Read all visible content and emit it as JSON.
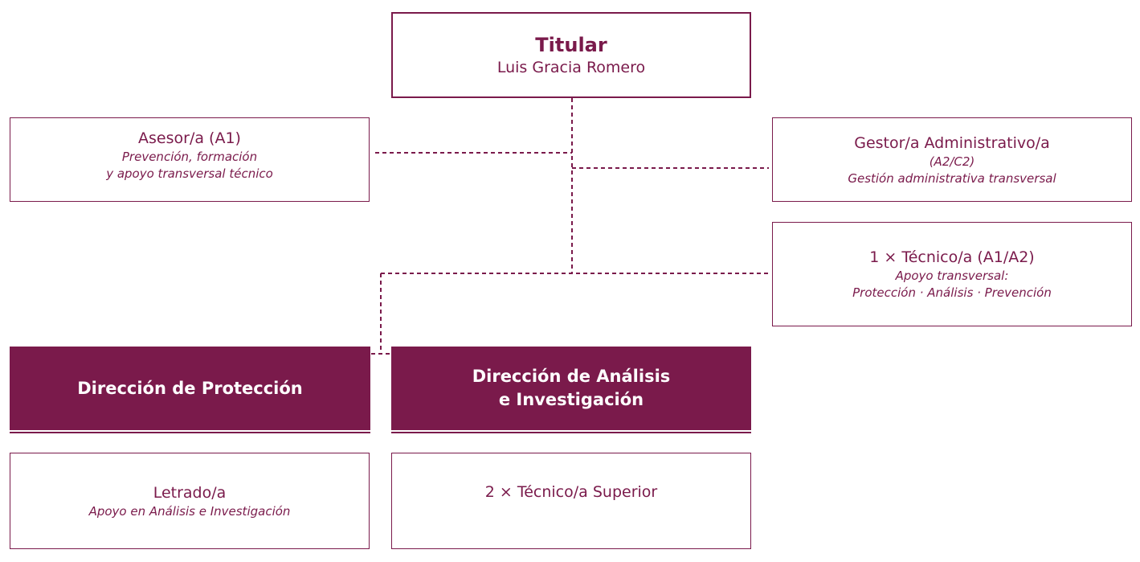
{
  "titular": {
    "title": "Titular",
    "name": "Luis Gracia Romero"
  },
  "asesor": {
    "role": "Asesor/a (A1)",
    "description": "Prevención, formación\ny apoyo transversal técnico"
  },
  "gestor": {
    "role": "Gestor/a Administrativo/a",
    "level": "(A2/C2)",
    "description": "Gestión administrativa transversal"
  },
  "tecnico_transversal": {
    "role": "1 × Técnico/a (A1/A2)",
    "description_1": "Apoyo transversal:",
    "description_2": "Protección · Análisis · Prevención"
  },
  "direccion_proteccion": {
    "title": "Dirección de Protección"
  },
  "direccion_analisis": {
    "title": "Dirección de Análisis\ne Investigación"
  },
  "letrado": {
    "role": "Letrado/a",
    "description": "Apoyo en Análisis e Investigación"
  },
  "tecnicos_superior": {
    "role": "2 × Técnico/a Superior"
  },
  "colors": {
    "primary": "#7a1a4b",
    "background": "#ffffff"
  }
}
